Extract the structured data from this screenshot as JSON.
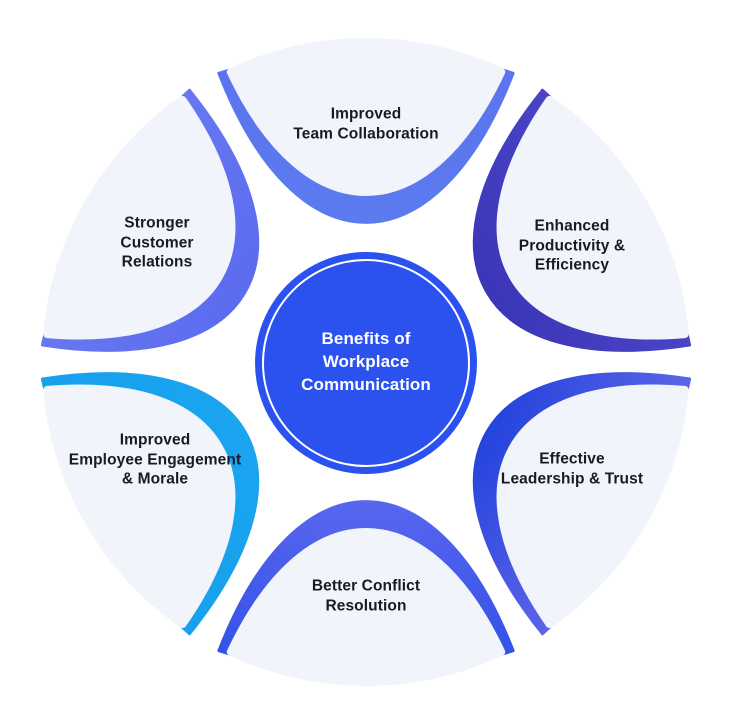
{
  "diagram_title": "Benefits of Workplace Communication",
  "center": {
    "label": "Benefits of\nWorkplace\nCommunication",
    "fill": "#2b51ef",
    "ring_color": "#ffffff",
    "text_color": "#ffffff"
  },
  "colors": {
    "background": "#ffffff",
    "petal_body": "#f1f5fb",
    "label_text": "#171b26"
  },
  "petals": [
    {
      "id": "team-collaboration",
      "position": "top",
      "label": "Improved\nTeam Collaboration",
      "accent_inner": "#5c7bef",
      "accent_outer": "#5b74ee"
    },
    {
      "id": "productivity-efficiency",
      "position": "top-right",
      "label": "Enhanced\nProductivity &\nEfficiency",
      "accent_inner": "#3b35b8",
      "accent_outer": "#4a45c6"
    },
    {
      "id": "leadership-trust",
      "position": "bottom-right",
      "label": "Effective\nLeadership & Trust",
      "accent_inner": "#2343dc",
      "accent_outer": "#5e66e8"
    },
    {
      "id": "conflict-resolution",
      "position": "bottom",
      "label": "Better Conflict\nResolution",
      "accent_inner": "#5a67ef",
      "accent_outer": "#3352e7"
    },
    {
      "id": "employee-engagement",
      "position": "bottom-left",
      "label": "Improved\nEmployee Engagement\n& Morale",
      "accent_inner": "#1aa5f0",
      "accent_outer": "#17a0ed"
    },
    {
      "id": "customer-relations",
      "position": "top-left",
      "label": "Stronger\nCustomer\nRelations",
      "accent_inner": "#5c6bef",
      "accent_outer": "#6679f1"
    }
  ]
}
